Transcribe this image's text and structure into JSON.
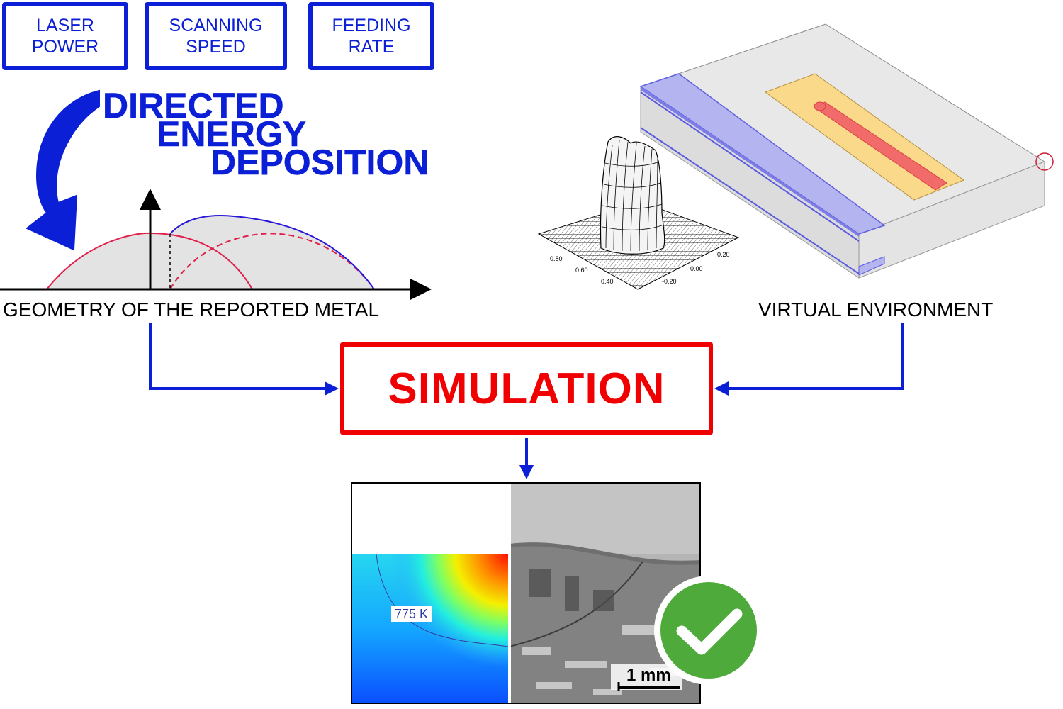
{
  "parameters": [
    {
      "line1": "LASER",
      "line2": "POWER"
    },
    {
      "line1": "SCANNING",
      "line2": "SPEED"
    },
    {
      "line1": "FEEDING",
      "line2": "RATE"
    }
  ],
  "process_title": {
    "line1": "DIRECTED",
    "line2": "ENERGY",
    "line3": "DEPOSITION"
  },
  "geometry_caption": "GEOMETRY OF THE REPORTED METAL",
  "virtual_caption": "VIRTUAL ENVIRONMENT",
  "simulation_label": "SIMULATION",
  "beam_axis_ticks": [
    "0.80",
    "0.60",
    "0.40",
    "0.20",
    "0.00",
    "-0.20"
  ],
  "result": {
    "isotherm_label": "775 K",
    "scale_bar_label": "1 mm"
  },
  "colors": {
    "accent_blue": "#0b1fd6",
    "simulation_red": "#f00000",
    "check_green": "#4eaa3a"
  }
}
